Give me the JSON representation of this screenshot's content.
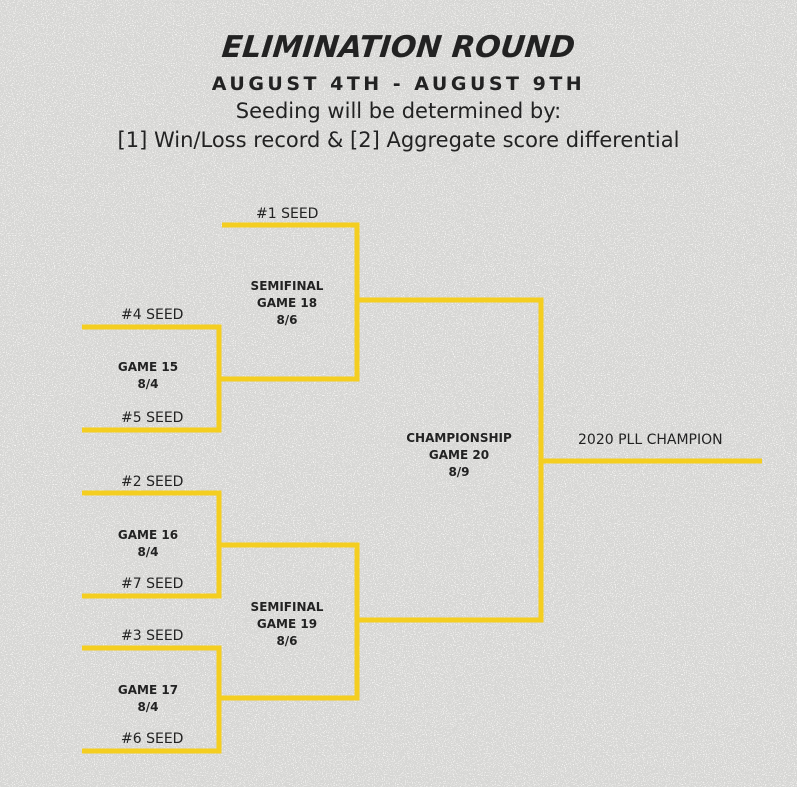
{
  "header": {
    "title": "ELIMINATION ROUND",
    "dates": "AUGUST 4TH - AUGUST 9TH",
    "subtitle_line1": "Seeding will be determined by:",
    "subtitle_line2": "[1] Win/Loss record & [2] Aggregate score differential"
  },
  "seeds": {
    "s1": "#1 SEED",
    "s4": "#4 SEED",
    "s5": "#5 SEED",
    "s2": "#2 SEED",
    "s7": "#7 SEED",
    "s3": "#3 SEED",
    "s6": "#6 SEED"
  },
  "games": {
    "g15": {
      "name": "GAME 15",
      "date": "8/4"
    },
    "g16": {
      "name": "GAME 16",
      "date": "8/4"
    },
    "g17": {
      "name": "GAME 17",
      "date": "8/4"
    },
    "g18": {
      "label": "SEMIFINAL",
      "name": "GAME 18",
      "date": "8/6"
    },
    "g19": {
      "label": "SEMIFINAL",
      "name": "GAME 19",
      "date": "8/6"
    },
    "g20": {
      "label": "CHAMPIONSHIP",
      "name": "GAME 20",
      "date": "8/9"
    }
  },
  "champion": "2020 PLL CHAMPION",
  "colors": {
    "bracket_line": "#f4ce20",
    "background": "#f6f5f3",
    "text": "#222222"
  }
}
